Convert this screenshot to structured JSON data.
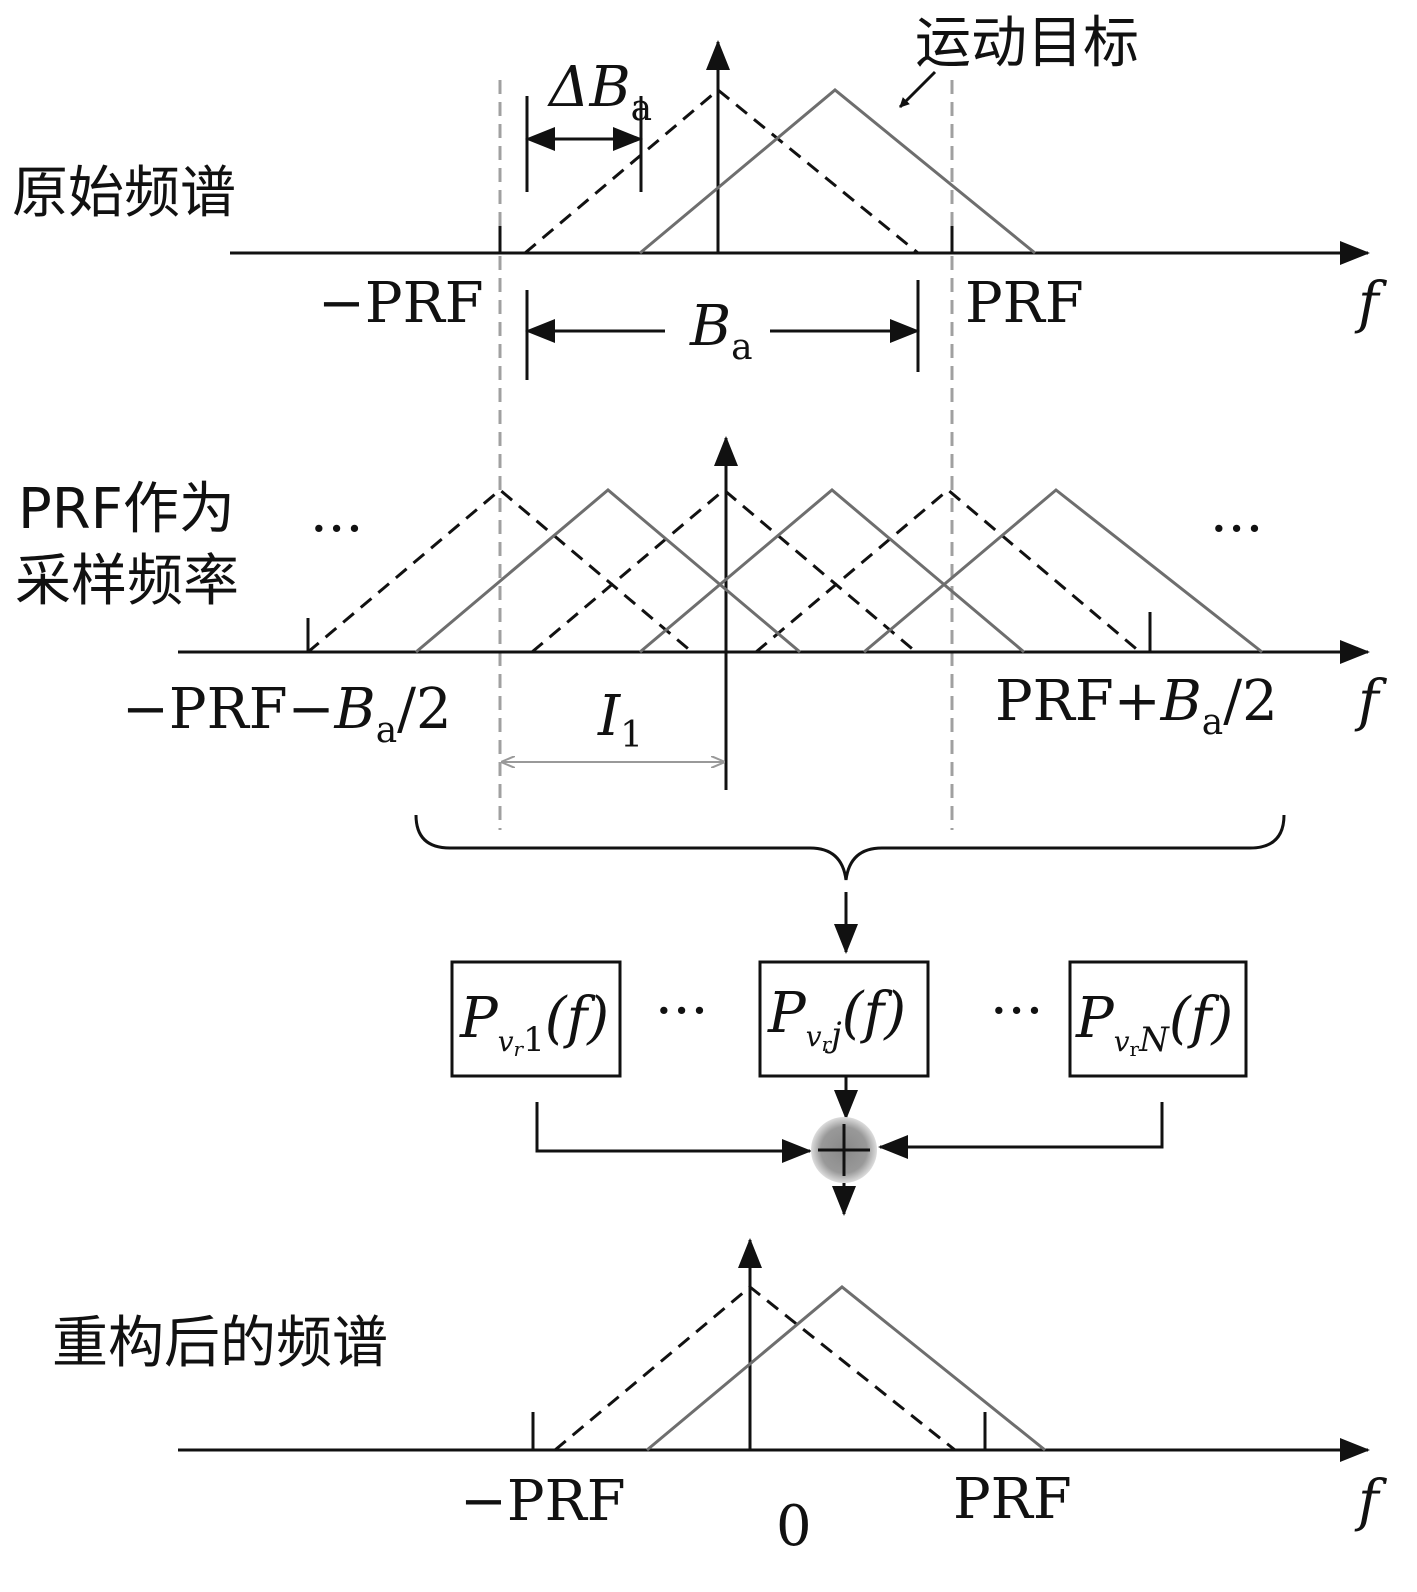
{
  "panels": {
    "original": {
      "label": "原始频谱",
      "target_label": "运动目标",
      "neg_prf": "−PRF",
      "pos_prf": "PRF",
      "delta_b_sym": "ΔB",
      "delta_b_sub": "a",
      "ba_sym": "B",
      "ba_sub": "a",
      "axis_label": "f"
    },
    "sampled": {
      "label_line1": "PRF作为",
      "label_line2": "采样频率",
      "ellipsis_left": "···",
      "ellipsis_right": "···",
      "left_bound_pre": "−PRF−",
      "left_bound_sym": "B",
      "left_bound_sub": "a",
      "left_bound_post": "/2",
      "right_bound_pre": "PRF+",
      "right_bound_sym": "B",
      "right_bound_sub": "a",
      "right_bound_post": "/2",
      "interval_sym": "I",
      "interval_sub": "1",
      "axis_label": "f"
    },
    "filters": {
      "boxes": [
        {
          "sym": "P",
          "sub_v": "v",
          "sub_r": "r",
          "sub_idx": "1",
          "arg": "(f)"
        },
        {
          "sym": "P",
          "sub_v": "v",
          "sub_r": "r",
          "sub_idx": "j",
          "arg": "(f)"
        },
        {
          "sym": "P",
          "sub_v": "v",
          "sub_r": "r",
          "sub_idx": "N",
          "arg": "(f)"
        }
      ],
      "ellipsis_a": "···",
      "ellipsis_b": "···"
    },
    "reconstructed": {
      "label": "重构后的频谱",
      "neg_prf": "−PRF",
      "pos_prf": "PRF",
      "zero": "0",
      "axis_label": "f"
    }
  },
  "colors": {
    "ink": "#111111",
    "gray_line": "#6e6e6e",
    "dashed_guide": "#a0a0a0",
    "adder": "#8a8a8a"
  }
}
